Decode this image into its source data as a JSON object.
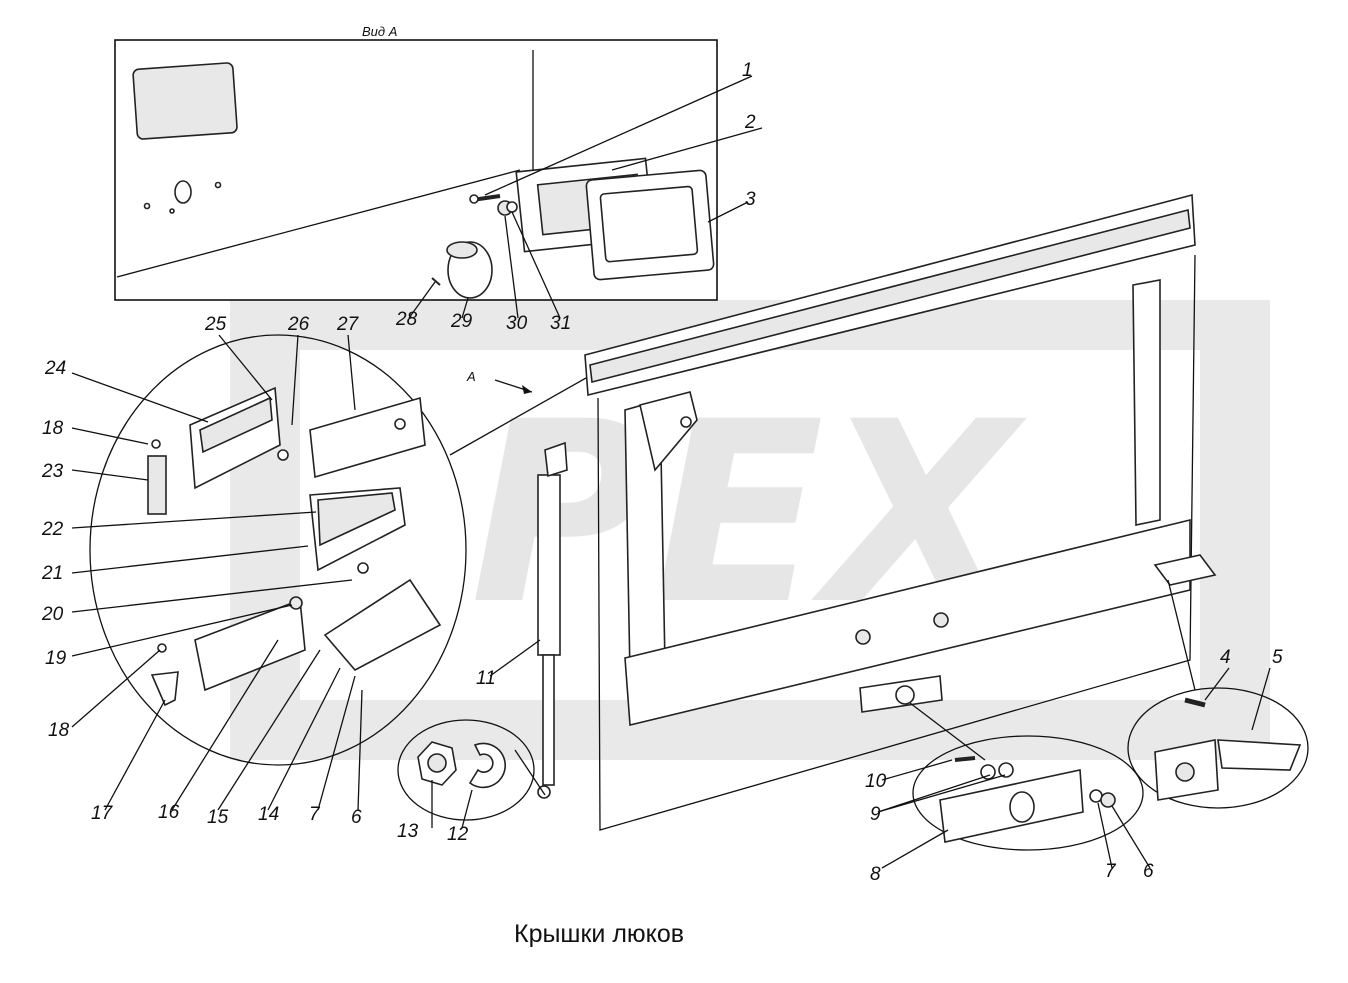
{
  "caption": "Крышки люков",
  "view_label": "Вид А",
  "view_marker": "A",
  "watermark": "PEX",
  "labels": [
    "1",
    "2",
    "3",
    "4",
    "5",
    "6",
    "6",
    "7",
    "7",
    "8",
    "9",
    "10",
    "11",
    "12",
    "13",
    "14",
    "15",
    "16",
    "17",
    "18",
    "18",
    "19",
    "20",
    "21",
    "22",
    "23",
    "24",
    "25",
    "26",
    "27",
    "28",
    "29",
    "30",
    "31"
  ],
  "colors": {
    "ink": "#111111",
    "watermark": "#e6e6e6",
    "background": "#ffffff"
  }
}
